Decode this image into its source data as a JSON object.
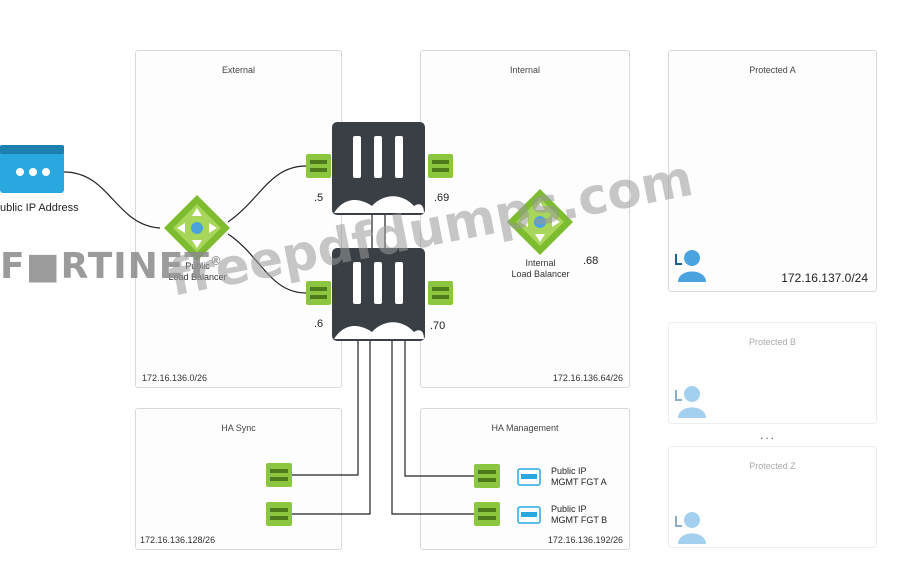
{
  "zones": {
    "external": {
      "title": "External",
      "subnet": "172.16.136.0/26"
    },
    "internal": {
      "title": "Internal",
      "subnet": "172.16.136.64/26"
    },
    "ha_sync": {
      "title": "HA Sync",
      "subnet": "172.16.136.128/26"
    },
    "ha_management": {
      "title": "HA Management",
      "subnet": "172.16.136.192/26"
    },
    "protected_a": {
      "title": "Protected A",
      "subnet": "172.16.137.0/24"
    },
    "protected_b": {
      "title": "Protected B"
    },
    "protected_z": {
      "title": "Protected Z"
    }
  },
  "labels": {
    "public_ip": "ublic IP Address",
    "public_lb": "Public\nLoad Balancer",
    "internal_lb": "Internal\nLoad Balancer",
    "port_ext_a": ".5",
    "port_int_a": ".69",
    "port_ext_b": ".6",
    "port_int_b": ".70",
    "internal_lb_ip": ".68",
    "mgmt_a": "Public IP\nMGMT FGT A",
    "mgmt_b": "Public IP\nMGMT FGT B",
    "ellipsis": "..."
  },
  "watermarks": {
    "brand": "F■RTINET",
    "registered": "®",
    "site": "freepdfdumps.com"
  },
  "icons": {
    "browser": "browser-window-icon",
    "load_balancer": "load-balancer-icon",
    "fortigate": "fortigate-appliance-icon",
    "port": "network-port-icon",
    "user": "user-icon",
    "server": "server-icon"
  },
  "colors": {
    "browser": "#29a8e0",
    "load_balancer": "#7dbb2f",
    "fortigate": "#3a3f45",
    "port": "#8cc63f",
    "user": "#4aa3df",
    "line": "#222222"
  }
}
